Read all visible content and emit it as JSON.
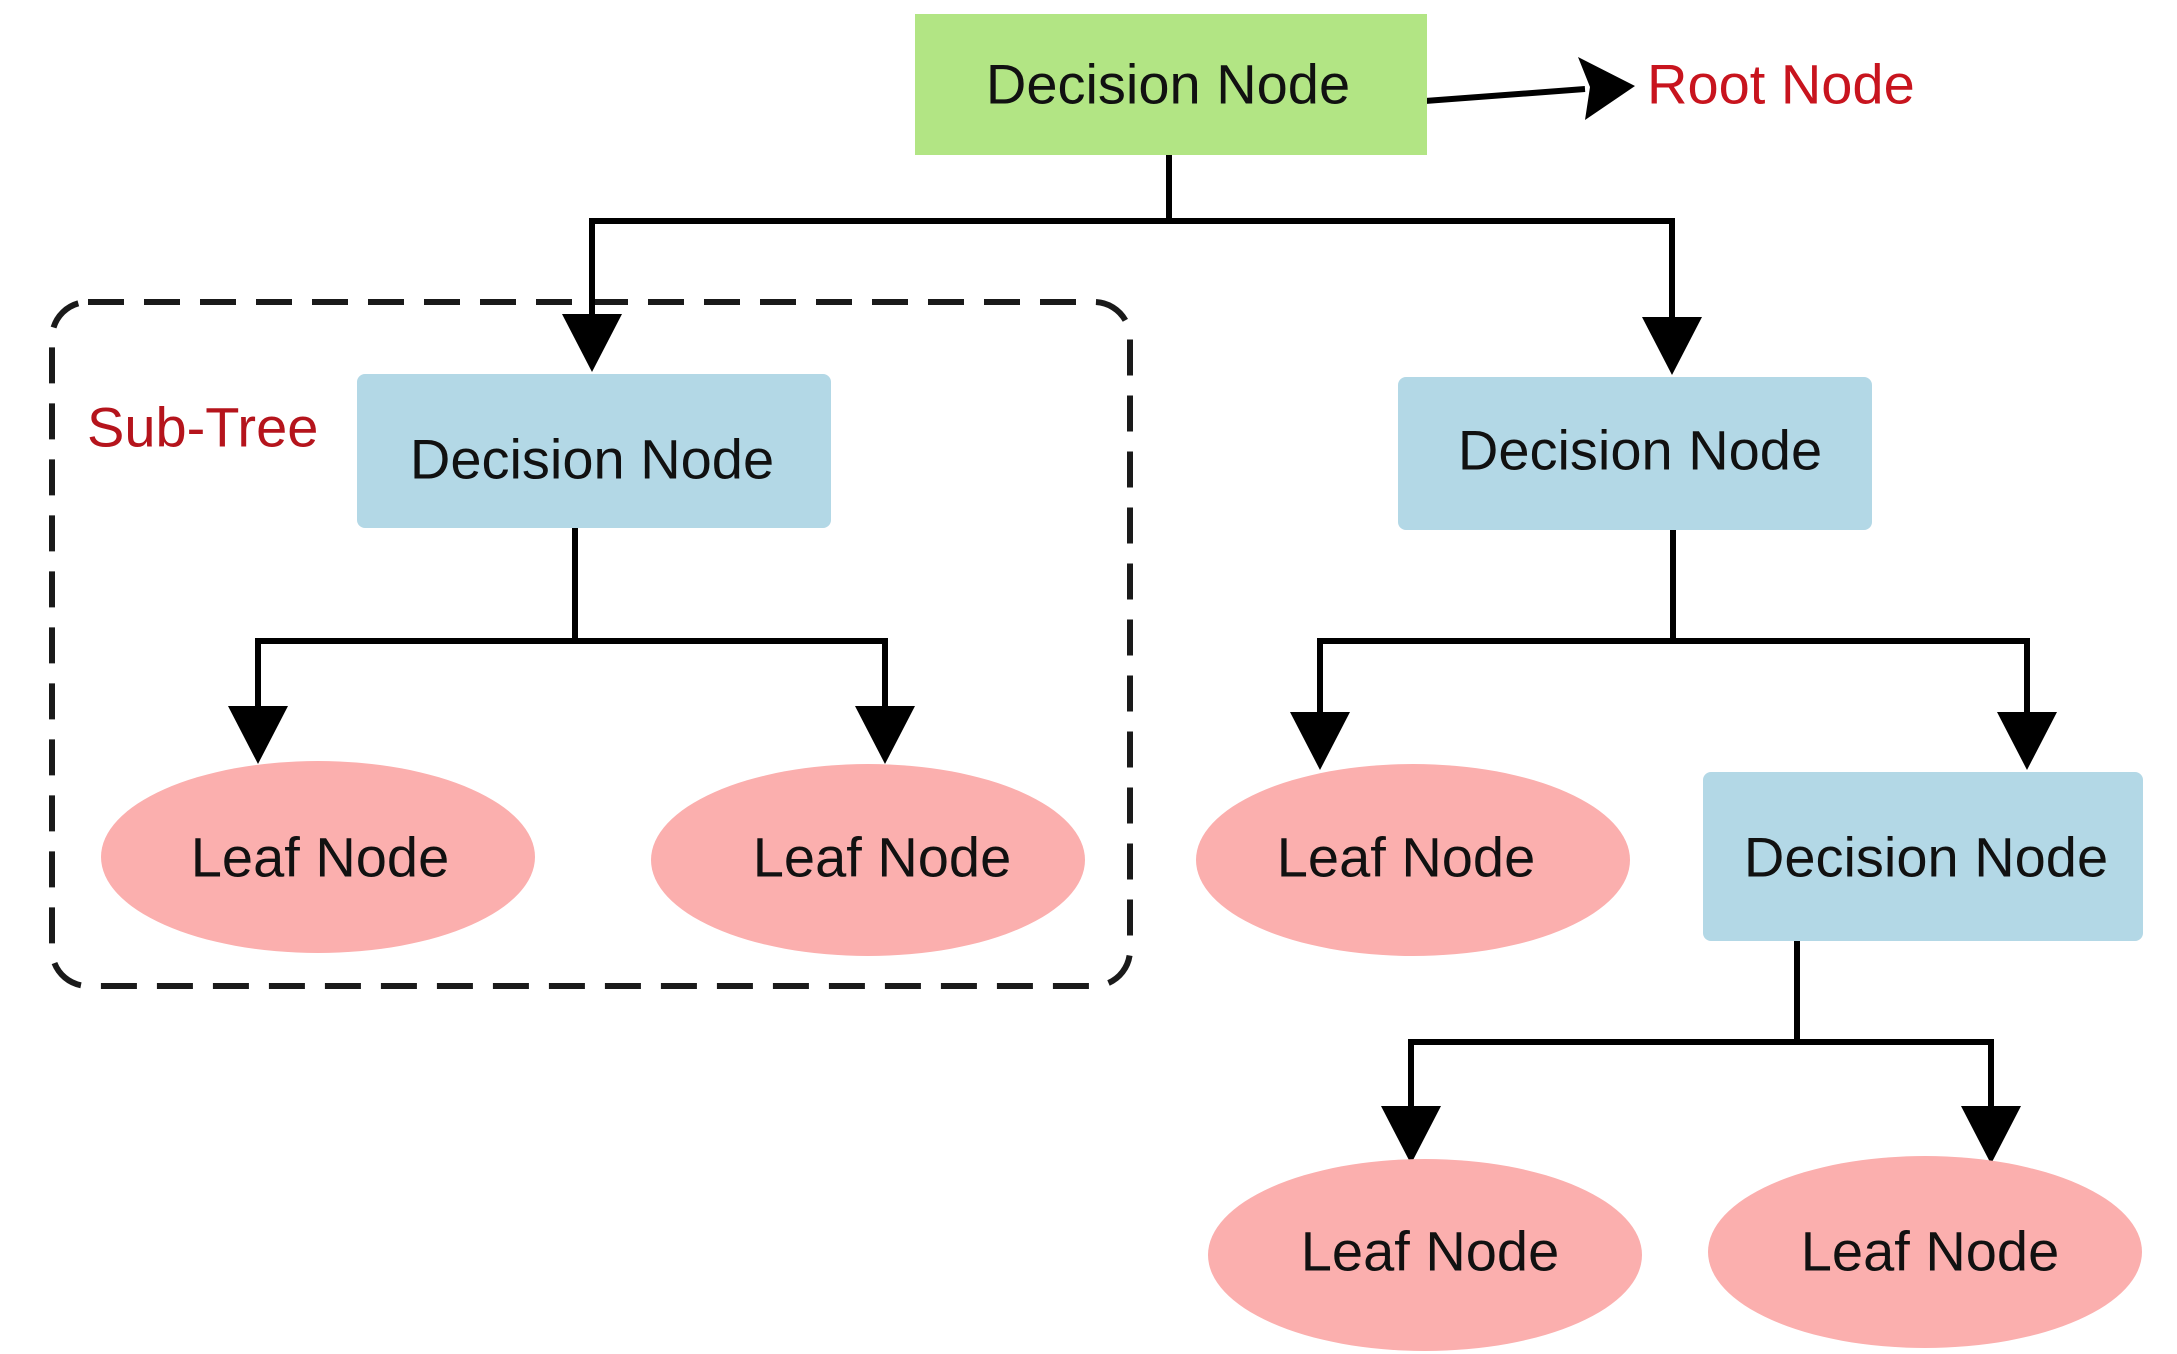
{
  "nodes": {
    "root": {
      "label": "Decision Node",
      "type": "decision",
      "color": "#b2e584"
    },
    "left_decision": {
      "label": "Decision Node",
      "type": "decision",
      "color": "#b3d8e6"
    },
    "right_decision": {
      "label": "Decision Node",
      "type": "decision",
      "color": "#b3d8e6"
    },
    "lower_right_decision": {
      "label": "Decision Node",
      "type": "decision",
      "color": "#b3d8e6"
    },
    "leaf_1": {
      "label": "Leaf Node",
      "type": "leaf",
      "color": "#fbafae"
    },
    "leaf_2": {
      "label": "Leaf Node",
      "type": "leaf",
      "color": "#fbafae"
    },
    "leaf_3": {
      "label": "Leaf Node",
      "type": "leaf",
      "color": "#fbafae"
    },
    "leaf_4": {
      "label": "Leaf Node",
      "type": "leaf",
      "color": "#fbafae"
    },
    "leaf_5": {
      "label": "Leaf Node",
      "type": "leaf",
      "color": "#fbafae"
    }
  },
  "annotations": {
    "root_label": {
      "text": "Root Node",
      "color": "#c8141e"
    },
    "subtree_label": {
      "text": "Sub-Tree",
      "color": "#b5141c"
    }
  },
  "edges": [
    {
      "from": "root",
      "to": "left_decision"
    },
    {
      "from": "root",
      "to": "right_decision"
    },
    {
      "from": "left_decision",
      "to": "leaf_1"
    },
    {
      "from": "left_decision",
      "to": "leaf_2"
    },
    {
      "from": "right_decision",
      "to": "leaf_3"
    },
    {
      "from": "right_decision",
      "to": "lower_right_decision"
    },
    {
      "from": "lower_right_decision",
      "to": "leaf_4"
    },
    {
      "from": "lower_right_decision",
      "to": "leaf_5"
    }
  ],
  "subtree_members": [
    "left_decision",
    "leaf_1",
    "leaf_2"
  ]
}
